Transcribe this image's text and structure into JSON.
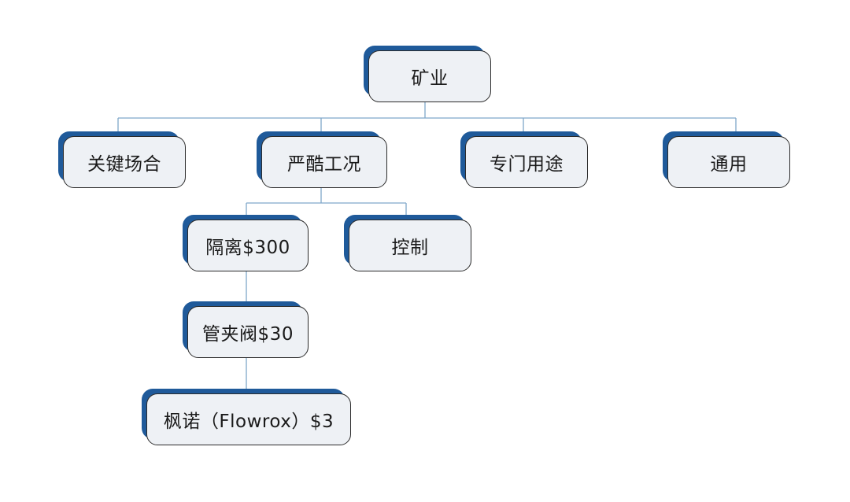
{
  "nodes": {
    "root": "矿业",
    "critical": "关键场合",
    "harsh": "严酷工况",
    "special": "专门用途",
    "general": "通用",
    "isolation": "隔离$300",
    "control": "控制",
    "pinch": "管夹阀$30",
    "flowrox": "枫诺（Flowrox）$3"
  },
  "colors": {
    "node_fill": "#eef1f5",
    "node_shadow": "#1f5a9a",
    "connector": "#7fa7c9",
    "text": "#1a1a1a"
  }
}
